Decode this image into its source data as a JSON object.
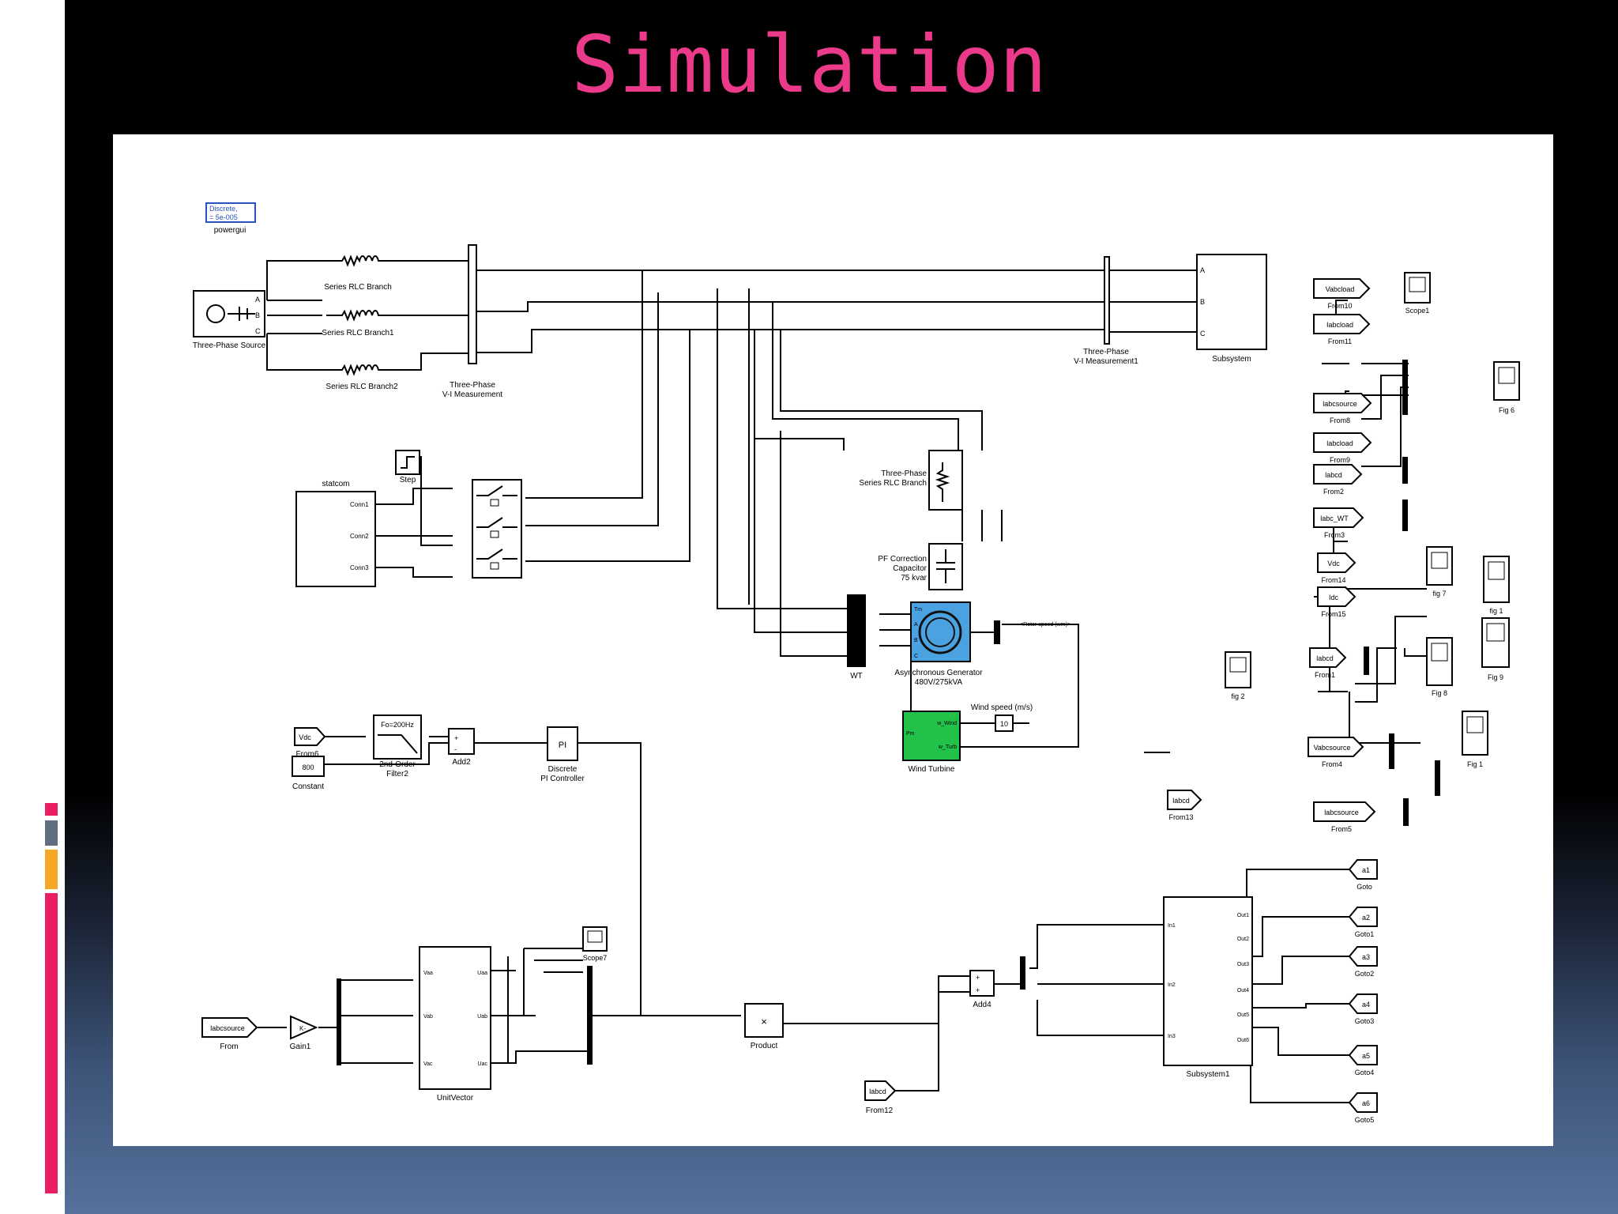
{
  "slide": {
    "title": "Simulation",
    "colors": {
      "title": "#ec3a8a",
      "accent_pink": "#e91e63",
      "accent_orange": "#f5a623",
      "accent_gray": "#5f6f80",
      "generator_fill": "#4aa3e0",
      "turbine_fill": "#22c24a"
    }
  },
  "diagram": {
    "powergui": {
      "line1": "Discrete,",
      "line2": "= 5e-005",
      "label": "powergui"
    },
    "source": {
      "label": "Three-Phase Source",
      "ports": [
        "A",
        "B",
        "C"
      ]
    },
    "rlc": [
      "Series RLC Branch",
      "Series RLC Branch1",
      "Series RLC Branch2"
    ],
    "vi1": {
      "line1": "Three-Phase",
      "line2": "V-I Measurement"
    },
    "vi2": {
      "line1": "Three-Phase",
      "line2": "V-I Measurement1"
    },
    "subsystem": {
      "label": "Subsystem",
      "ports": [
        "A",
        "B",
        "C"
      ]
    },
    "statcom": {
      "title": "statcom",
      "ports": [
        "Conn1",
        "Conn2",
        "Conn3"
      ]
    },
    "step": {
      "label": "Step"
    },
    "rlc3": {
      "line1": "Three-Phase",
      "line2": "Series RLC Branch"
    },
    "pf": {
      "line1": "PF Correction",
      "line2": "Capacitor",
      "line3": "75 kvar"
    },
    "wt_mux": {
      "label": "WT"
    },
    "generator": {
      "line1": "Asynchronous Generator",
      "line2": "480V/275kVA",
      "ports": [
        "Tm",
        "A",
        "B",
        "C"
      ],
      "output_label": "<Rotor speed (wm)>"
    },
    "turbine": {
      "label": "Wind Turbine",
      "ports_left": [
        "Pm"
      ],
      "ports_right": [
        "w_Wind",
        "w_Turb"
      ],
      "wind_label": "Wind speed (m/s)",
      "wind_value": "10"
    },
    "filter": {
      "text": "Fo=200Hz",
      "line1": "2nd-Order",
      "line2": "Filter2"
    },
    "from_vdc": {
      "text": "Vdc",
      "label": "From6"
    },
    "constant": {
      "text": "800",
      "label": "Constant"
    },
    "add2": {
      "label": "Add2"
    },
    "pi": {
      "text": "PI",
      "line1": "Discrete",
      "line2": "PI Controller"
    },
    "from_abc": {
      "text": "labcsource",
      "label": "From"
    },
    "gain": {
      "text": "K-",
      "label": "Gain1"
    },
    "unitvector": {
      "label": "UnitVector",
      "in_ports": [
        "Vaa",
        "Vab",
        "Vac"
      ],
      "out_ports": [
        "Uaa",
        "Uab",
        "Uac"
      ]
    },
    "scope7": {
      "label": "Scope7"
    },
    "product": {
      "text": "×",
      "label": "Product"
    },
    "from12": {
      "text": "labcd",
      "label": "From12"
    },
    "add4": {
      "label": "Add4"
    },
    "subsystem1": {
      "label": "Subsystem1",
      "in_ports": [
        "In1",
        "In2",
        "In3"
      ],
      "out_ports": [
        "Out1",
        "Out2",
        "Out3",
        "Out4",
        "Out5",
        "Out6"
      ]
    },
    "gotos": [
      {
        "text": "a1",
        "label": "Goto"
      },
      {
        "text": "a2",
        "label": "Goto1"
      },
      {
        "text": "a3",
        "label": "Goto2"
      },
      {
        "text": "a4",
        "label": "Goto3"
      },
      {
        "text": "a5",
        "label": "Goto4"
      },
      {
        "text": "a6",
        "label": "Goto5"
      }
    ],
    "right_froms": [
      {
        "text": "Vabcload",
        "label": "From10"
      },
      {
        "text": "Iabcload",
        "label": "From11"
      },
      {
        "text": "labcsource",
        "label": "From8"
      },
      {
        "text": "labcload",
        "label": "From9"
      },
      {
        "text": "labcd",
        "label": "From2"
      },
      {
        "text": "labc_WT",
        "label": "From3"
      },
      {
        "text": "Vdc",
        "label": "From14"
      },
      {
        "text": "Idc",
        "label": "From15"
      },
      {
        "text": "labcd",
        "label": "From1"
      },
      {
        "text": "Vabcsource",
        "label": "From4"
      },
      {
        "text": "labcsource",
        "label": "From5"
      },
      {
        "text": "labcd",
        "label": "From13"
      }
    ],
    "scopes": {
      "scope1": "Scope1",
      "fig6": "Fig 6",
      "fig7": "fig 7",
      "fig8": "Fig 8",
      "fig1a": "fig 1",
      "fig9": "Fig 9",
      "fig2": "fig 2",
      "fig1b": "Fig 1"
    }
  }
}
